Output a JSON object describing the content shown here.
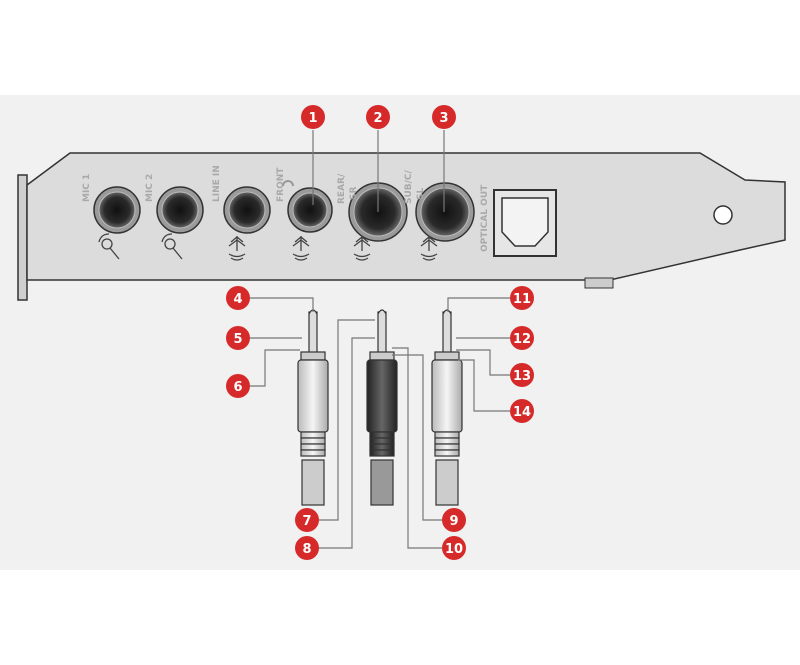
{
  "colors": {
    "callout": "#d62a2a",
    "bracket": "#d9d9d9",
    "band": "#f1f1f1"
  },
  "ports": [
    {
      "label": "MIC 1",
      "icon": "microphone-icon"
    },
    {
      "label": "MIC 2",
      "icon": "microphone-icon"
    },
    {
      "label": "LINE IN",
      "icon": "audio-wave-icon"
    },
    {
      "label": "FRONT",
      "icon": "audio-wave-icon",
      "extra_icon": "headphones-icon"
    },
    {
      "label": "REAR/",
      "label2": "SR",
      "icon": "audio-wave-icon"
    },
    {
      "label": "SUB/C/",
      "label2": "SL",
      "icon": "audio-wave-icon"
    },
    {
      "label": "OPTICAL OUT",
      "icon": "optical-port-icon"
    }
  ],
  "callouts": [
    "1",
    "2",
    "3",
    "4",
    "5",
    "6",
    "7",
    "8",
    "9",
    "10",
    "11",
    "12",
    "13",
    "14"
  ]
}
